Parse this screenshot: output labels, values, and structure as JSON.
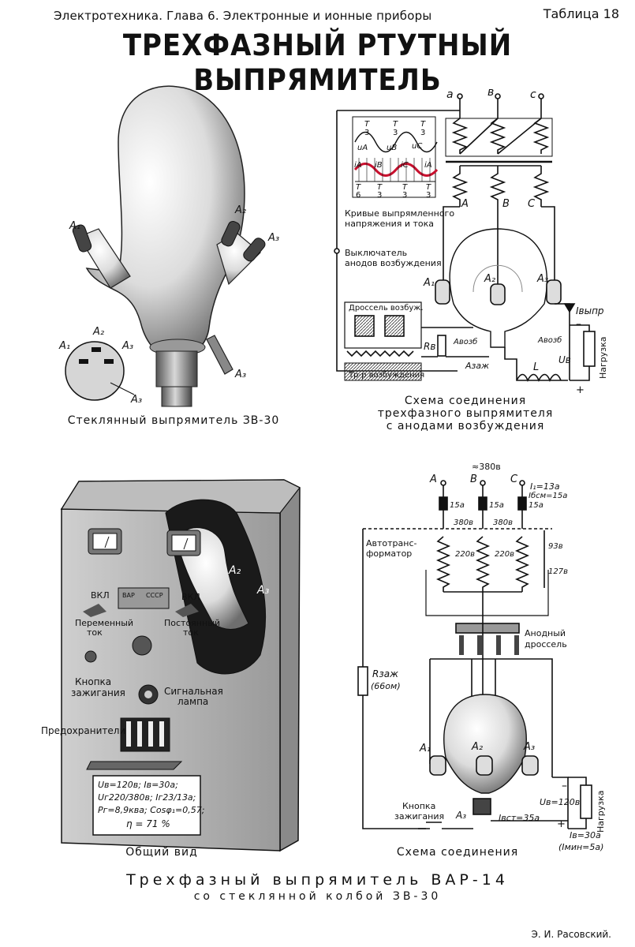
{
  "header": {
    "left": "Электротехника.  Глава 6. Электронные и ионные приборы",
    "right": "Таблица 18"
  },
  "title": "ТРЕХФАЗНЫЙ РТУТНЫЙ ВЫПРЯМИТЕЛЬ",
  "captions": {
    "glass_rectifier": "Стеклянный выпрямитель ЗВ-30",
    "scheme_top": [
      "Схема соединения",
      "трехфазного выпрямителя",
      "с анодами возбуждения"
    ],
    "general_view": "Общий вид",
    "scheme_bottom": "Схема соединения"
  },
  "bottom_title": "Трехфазный выпрямитель ВАР-14",
  "bottom_subtitle": "со стеклянной колбой ЗВ-30",
  "author": "Э. И. Расовский.",
  "bulb_labels": {
    "a1": "A₁",
    "a2": "A₂",
    "a3": "A₃",
    "a3b": "A₃",
    "sec_a1": "A₁",
    "sec_a2": "A₂",
    "sec_a3": "A₃",
    "sec_a3b": "A₃"
  },
  "scheme_top": {
    "phases": [
      "a",
      "в",
      "c"
    ],
    "windings": [
      "A",
      "B",
      "C"
    ],
    "anodes": [
      "A₁",
      "A₂",
      "A₃"
    ],
    "t_labels": [
      "T",
      "3",
      "T",
      "3",
      "T",
      "3"
    ],
    "wave_labels": [
      "uA",
      "uB",
      "uC",
      "iA",
      "iB",
      "iC",
      "iA"
    ],
    "t_bottom": [
      "T",
      "6",
      "T",
      "3",
      "T",
      "3",
      "T",
      "3"
    ],
    "curves_label": [
      "Кривые выпрямленного",
      "напряжения и тока"
    ],
    "switch_label": [
      "Выключатель",
      "анодов возбуждения"
    ],
    "choke_label": "Дроссель возбуж.",
    "transformer_label": "Тр-р возбуждения",
    "rv": "Rв",
    "a_voz1": "Aвозб",
    "a_voz2": "Aвозб",
    "a_zaj": "Aзаж",
    "l": "L",
    "i_vypr": "Iвыпр",
    "u_v": "Uв",
    "load": "Нагрузка",
    "minus": "–",
    "plus": "+"
  },
  "general_view": {
    "vkl_left": "ВКЛ",
    "ac": [
      "Переменный",
      "ток"
    ],
    "vkl_right": "ВКЛ",
    "dc": [
      "Постоянный",
      "ток"
    ],
    "plate": [
      "ВАР",
      "СССР"
    ],
    "button": [
      "Кнопка",
      "зажигания"
    ],
    "lamp": [
      "Сигнальная",
      "лампа"
    ],
    "fuses": "Предохранители",
    "a2": "A₂",
    "a3": "A₃",
    "specs": [
      "Uв=120в; Iв=30a;",
      "Uг220/380в; Iг23/13a;",
      "Pг=8,9ква; Cosφ₁=0,57;",
      "η = 71 %"
    ]
  },
  "scheme_bottom": {
    "phases": [
      "A",
      "B",
      "C"
    ],
    "v380_top": "≈380в",
    "i1": "I₁=13a",
    "fuses": [
      "15a",
      "15a",
      "15a"
    ],
    "ibsm": "Iбсм=15a",
    "v380a": "380в",
    "v380b": "380в",
    "autotrans": [
      "Автотранс-",
      "форматор"
    ],
    "v220a": "220в",
    "v220b": "220в",
    "v93": "93в",
    "v127": "127в",
    "anode_choke": [
      "Анодный",
      "дроссель"
    ],
    "rzaj": "Rзаж",
    "rzaj_val": "(66ом)",
    "anodes": [
      "A₁",
      "A₂",
      "A₃"
    ],
    "a3": "A₃",
    "ub": "Uв=120в",
    "load": "Нагрузка",
    "button": [
      "Кнопка",
      "зажигания"
    ],
    "ivst": "Iвст=35a",
    "ib": "Iв=30a",
    "imin": "(Iмин=5a)",
    "minus": "–",
    "plus": "+"
  }
}
